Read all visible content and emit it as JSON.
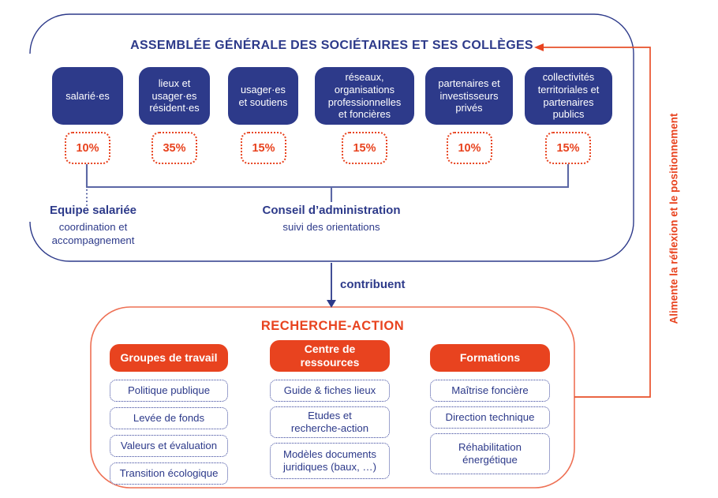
{
  "colors": {
    "navy": "#2d3a8a",
    "orange": "#e8431f",
    "salmon_line": "#ee7054",
    "connector_slate": "#5b67a5"
  },
  "top": {
    "title": "ASSEMBLÉE GÉNÉRALE DES SOCIÉTAIRES ET SES COLLÈGES",
    "colleges": [
      {
        "label": "salarié·es",
        "percent": "10%"
      },
      {
        "label": "lieux et\nusager·es\nrésident·es",
        "percent": "35%"
      },
      {
        "label": "usager·es\net soutiens",
        "percent": "15%"
      },
      {
        "label": "réseaux,\norganisations\nprofessionnelles\net foncières",
        "percent": "15%"
      },
      {
        "label": "partenaires et\ninvestisseurs\nprivés",
        "percent": "10%"
      },
      {
        "label": "collectivités\nterritoriales et\npartenaires\npublics",
        "percent": "15%"
      }
    ],
    "equipe": {
      "title": "Equipe salariée",
      "subtitle": "coordination et\naccompagnement"
    },
    "conseil": {
      "title": "Conseil d’administration",
      "subtitle": "suivi des orientations"
    }
  },
  "connector": {
    "label": "contribuent"
  },
  "bottom": {
    "title": "RECHERCHE-ACTION",
    "columns": [
      {
        "header": "Groupes de travail",
        "items": [
          "Politique publique",
          "Levée de fonds",
          "Valeurs et évaluation",
          "Transition écologique"
        ]
      },
      {
        "header": "Centre de\nressources",
        "items": [
          "Guide & fiches lieux",
          "Etudes et\nrecherche-action",
          "Modèles documents\njuridiques (baux, …)"
        ]
      },
      {
        "header": "Formations",
        "items": [
          "Maîtrise foncière",
          "Direction technique",
          "Réhabilitation\nénergétique"
        ]
      }
    ]
  },
  "feedback": {
    "label": "Alimente la réflexion et le positionnement"
  }
}
